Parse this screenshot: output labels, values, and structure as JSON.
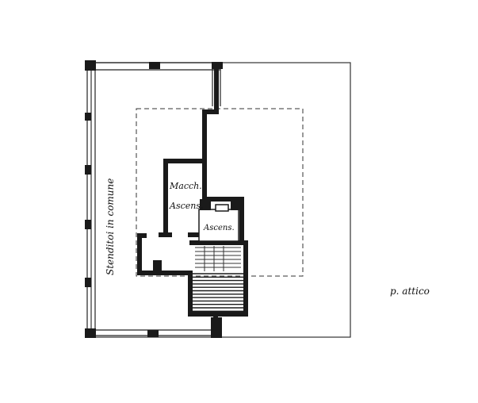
{
  "labels": {
    "stenditoi": "Stenditoi in comune",
    "macch_line1": "Macch.",
    "macch_line2": "Ascens.",
    "ascensore": "Ascens.",
    "floor": "p. attico"
  },
  "colors": {
    "wall": "#1a1a1a",
    "thin_line": "#333333",
    "background": "#ffffff"
  }
}
